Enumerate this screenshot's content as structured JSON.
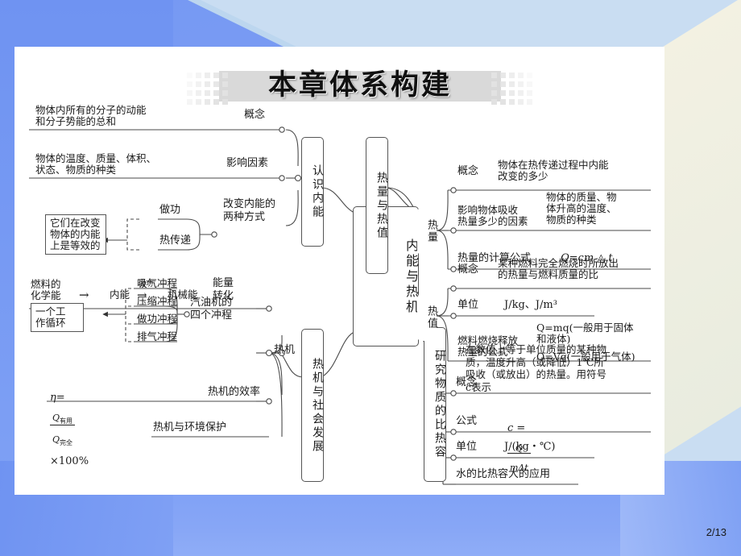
{
  "slide": {
    "title": "本章体系构建",
    "page_number": "2/13",
    "colors": {
      "panel": "#ffffff",
      "banner": "#d9d9d9",
      "dots": "#e2e2e2",
      "bg_light_blue": "#c9ddf2",
      "bg_mid_blue": "#bcd6ef",
      "bg_deep_blue": "#7b9ef5",
      "bg_cream": "#efeee1",
      "stroke": "#555555",
      "text": "#1a1a1a"
    }
  },
  "mindmap": {
    "center": "内能与热机",
    "branches": {
      "recognize": {
        "title": "认识内能",
        "items": [
          {
            "label": "概念",
            "detail": "物体内所有的分子的动能\n和分子势能的总和"
          },
          {
            "label": "影响因素",
            "detail": "物体的温度、质量、体积、\n状态、物质的种类"
          },
          {
            "label": "改变内能的\n两种方式",
            "sub1": "做功",
            "sub2": "热传递",
            "boxed": "它们在改变\n物体的内能\n上是等效的"
          }
        ]
      },
      "heat_value": {
        "title": "热量与热值",
        "groups": [
          {
            "name": "热量",
            "rows": [
              {
                "label": "概念",
                "detail": "物体在热传递过程中内能\n改变的多少"
              },
              {
                "label": "影响物体吸收\n热量多少的因素",
                "detail": "物体的质量、物\n体升高的温度、\n物质的种类"
              },
              {
                "label": "热量的计算公式",
                "formula": "Q=cm △ t"
              }
            ]
          },
          {
            "name": "热值",
            "rows": [
              {
                "label": "概念",
                "detail": "某种燃料完全燃烧时所放出\n的热量与燃料质量的比"
              },
              {
                "label": "单位",
                "detail": "J/kg、J/m³"
              },
              {
                "label": "燃料燃烧释放\n热量的公式",
                "formula1": "Q=mq(一般用于固体\n和液体)",
                "formula2": "Q=Vq(一般用于气体)"
              }
            ]
          }
        ]
      },
      "engine": {
        "title": "热机与社会发展",
        "node": "热机",
        "rows": [
          {
            "label": "能量\n转化",
            "detail": "燃料的\n化学能",
            "arrow1": "→",
            "mid": "内能",
            "arrow_label": "做功",
            "arrow2": "→",
            "end": "机械能"
          },
          {
            "label": "汽油机的\n四个冲程",
            "strokes": [
              "吸气冲程",
              "压缩冲程",
              "做功冲程",
              "排气冲程"
            ],
            "boxed": "一个工\n作循环"
          },
          {
            "label": "热机的效率",
            "formula_eta": "η=",
            "num": "Q",
            "num_sub": "有用",
            "den": "Q",
            "den_sub": "完全",
            "tail": "×100%"
          },
          {
            "label": "热机与环境保护"
          }
        ]
      },
      "specific_heat": {
        "title": "研究物质的比热容",
        "rows": [
          {
            "label": "概念",
            "detail": "在数值上等于单位质量的某种物\n质，温度升高（或降低）1℃所\n吸收（或放出）的热量。用符号\nc表示"
          },
          {
            "label": "公式",
            "formula_lhs": "c =",
            "num": "Q",
            "den": "mΔt"
          },
          {
            "label": "单位",
            "detail": "J/(kg・℃)"
          },
          {
            "label": "水的比热容大的应用"
          }
        ]
      }
    }
  }
}
